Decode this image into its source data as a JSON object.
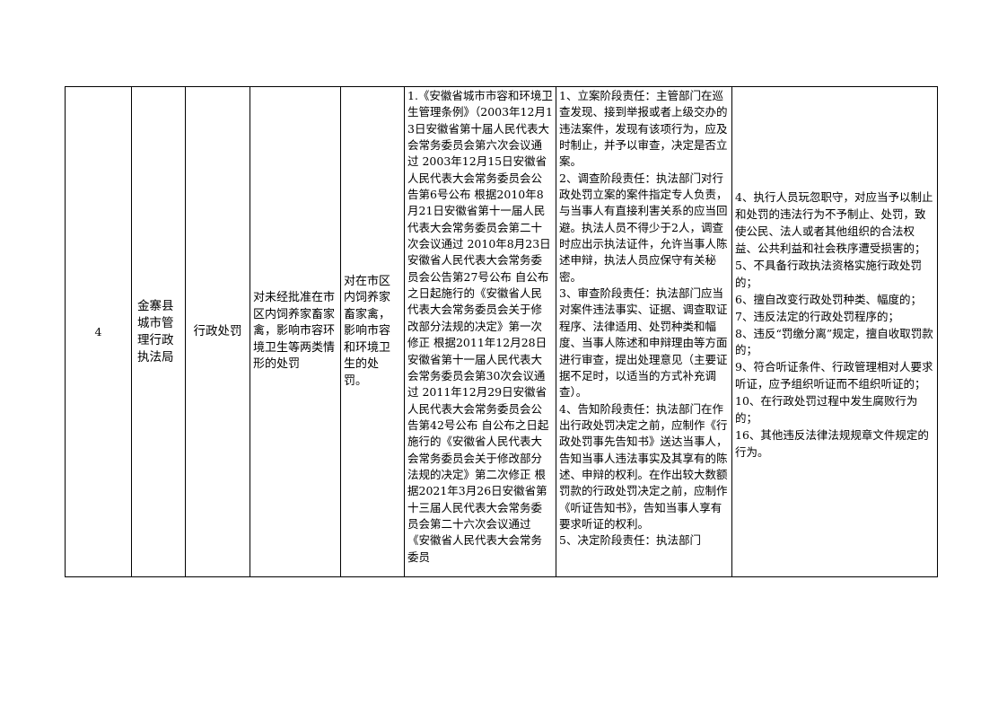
{
  "row": {
    "number": "4",
    "department": "金寨县城市管理行政执法局",
    "power_type": "行政处罚",
    "item_name": "对未经批准在市区内饲养家畜家禽，影响市容环境卫生等两类情形的处罚",
    "sub_item": "对在市区内饲养家畜家禽，影响市容和环境卫生的处罚。",
    "basis": "1.《安徽省城市市容和环境卫生管理条例》（2003年12月13日安徽省第十届人民代表大会常务委员会第六次会议通过 2003年12月15日安徽省人民代表大会常务委员会公告第6号公布 根据2010年8月21日安徽省第十一届人民代表大会常务委员会第二十次会议通过 2010年8月23日安徽省人民代表大会常务委员会公告第27号公布 自公布之日起施行的《安徽省人民代表大会常务委员会关于修改部分法规的决定》第一次修正 根据2011年12月28日安徽省第十一届人民代表大会常务委员会第30次会议通过 2011年12月29日安徽省人民代表大会常务委员会公告第42号公布 自公布之日起施行的《安徽省人民代表大会常务委员会关于修改部分法规的决定》第二次修正 根据2021年3月26日安徽省第十三届人民代表大会常务委员会第二十六次会议通过《安徽省人民代表大会常务委员",
    "responsibility": [
      "1、立案阶段责任：主管部门在巡查发现、接到举报或者上级交办的违法案件，发现有该项行为，应及时制止，并予以审查，决定是否立案。",
      "2、调查阶段责任：执法部门对行政处罚立案的案件指定专人负责，与当事人有直接利害关系的应当回避。执法人员不得少于2人，调查时应出示执法证件，允许当事人陈述申辩，执法人员应保守有关秘密。",
      "3、审查阶段责任：执法部门应当对案件违法事实、证据、调查取证程序、法律适用、处罚种类和幅度、当事人陈述和申辩理由等方面进行审查，提出处理意见（主要证据不足时，以适当的方式补充调查）。",
      "4、告知阶段责任：执法部门在作出行政处罚决定之前，应制作《行政处罚事先告知书》送达当事人，告知当事人违法事实及其享有的陈述、申辩的权利。在作出较大数额罚款的行政处罚决定之前，应制作《听证告知书》，告知当事人享有要求听证的权利。",
      "5、决定阶段责任：执法部门"
    ],
    "accountability": [
      "4、执行人员玩忽职守，对应当予以制止和处罚的违法行为不予制止、处罚，致使公民、法人或者其他组织的合法权益、公共利益和社会秩序遭受损害的；",
      "5、不具备行政执法资格实施行政处罚的；",
      "6、擅自改变行政处罚种类、幅度的；",
      "7、违反法定的行政处罚程序的；",
      "8、违反“罚缴分离”规定，擅自收取罚款的；",
      "9、符合听证条件、行政管理相对人要求听证，应予组织听证而不组织听证的；",
      "10、在行政处罚过程中发生腐败行为的；",
      "16、其他违反法律法规规章文件规定的行为。"
    ]
  }
}
